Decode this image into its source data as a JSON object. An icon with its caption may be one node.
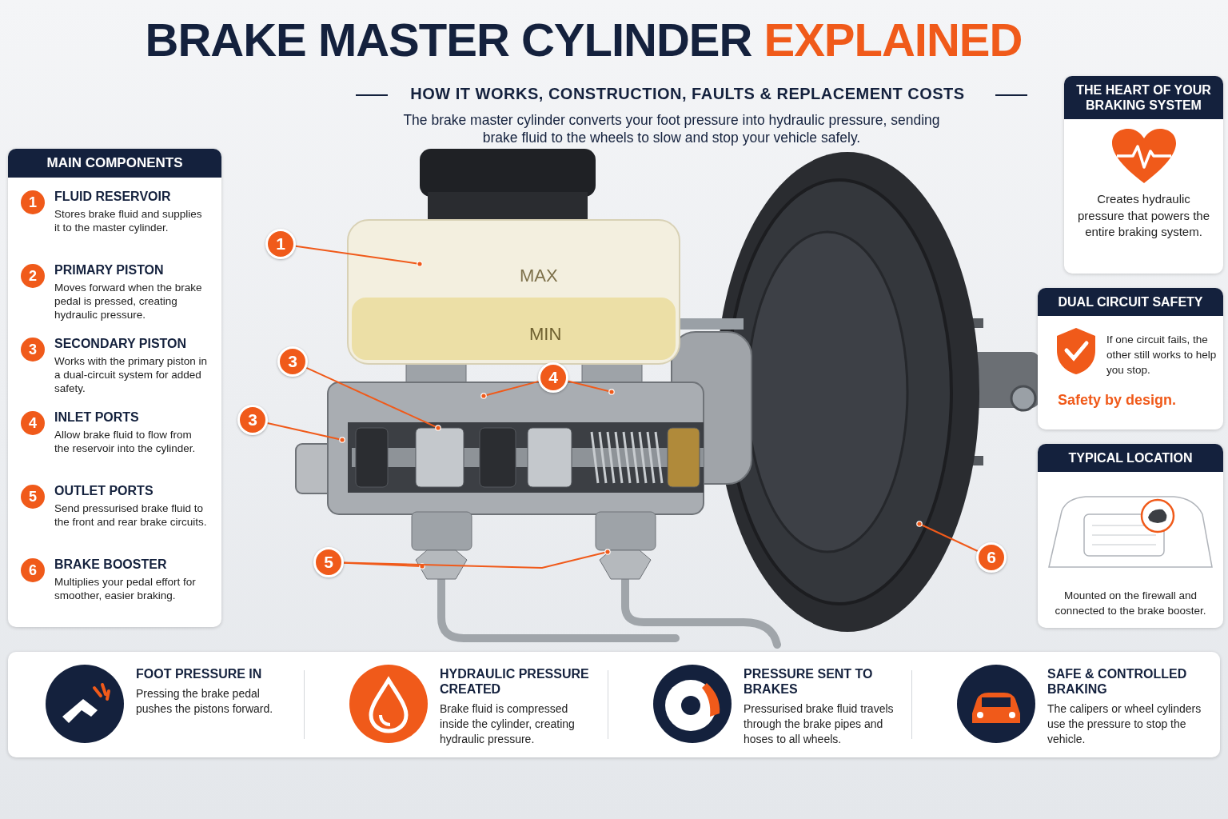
{
  "diagram": {
    "title": "BRAKE MASTER CYLINDER EXPLAINED",
    "nodes": [
      {
        "text": [
          "MAIN COMPONENTS"
        ]
      },
      {
        "text": [
          "1",
          "FLUID RESERVOIR",
          "Stores brake fluid and supplies it to the master cylinder."
        ],
        "in": 0
      },
      {
        "text": [
          "2",
          "PRIMARY PISTON",
          "Moves forward when the brake pedal is pressed, creating hydraulic pressure."
        ],
        "in": 0
      },
      {
        "text": [
          "3",
          "SECONDARY PISTON",
          "Works with the primary piston in a dual-circuit system for added safety."
        ],
        "in": 0
      },
      {
        "text": [
          "4",
          "INLET PORTS",
          "Allow brake fluid to flow from the reservoir into the cylinder."
        ],
        "in": 0
      },
      {
        "text": [
          "5",
          "OUTLET PORTS",
          "Send pressurised brake fluid to the front and rear brake circuits."
        ],
        "in": 0
      },
      {
        "text": [
          "6",
          "BRAKE BOOSTER",
          "Multiplies your pedal effort for smoother, easier braking."
        ],
        "in": 0
      },
      {
        "text": [
          "1"
        ]
      },
      {
        "text": [
          "3"
        ]
      },
      {
        "text": [
          "4"
        ]
      },
      {
        "text": [
          "3"
        ]
      },
      {
        "text": [
          "6"
        ]
      },
      {
        "text": [
          "5"
        ]
      },
      {
        "text": [
          "THE HEART OF YOUR BRAKING SYSTEM",
          "Creates hydraulic pressure that powers the entire braking system."
        ]
      },
      {
        "text": [
          "DUAL CIRCUIT SAFETY",
          "If one circuit fails, the other still works to help you stop.",
          "Safety by design."
        ]
      },
      {
        "text": [
          "TYPICAL LOCATION",
          "Mounted on the firewall and connected to the brake booster."
        ]
      },
      {
        "text": [
          "FOOT PRESSURE IN",
          "Pressing the brake pedal pushes the pistons forward."
        ]
      },
      {
        "text": [
          "HYDRAULIC PRESSURE CREATED",
          "Brake fluid is compressed inside the cylinder, creating hydraulic pressure."
        ]
      },
      {
        "text": [
          "PRESSURE SENT TO BRAKES",
          "Pressurised brake fluid travels through the brake pipes and hoses to all wheels."
        ]
      },
      {
        "text": [
          "SAFE & CONTROLLED BRAKING",
          "The calipers or wheel cylinders use the pressure to stop the vehicle."
        ]
      }
    ],
    "edges": [
      {
        "from": 7,
        "to": null,
        "arrow": "other"
      },
      {
        "from": 8,
        "to": null,
        "arrow": "other"
      },
      {
        "from": 9,
        "to": null,
        "arrow": "other"
      },
      {
        "from": 9,
        "to": null,
        "arrow": "other"
      },
      {
        "from": 10,
        "to": null,
        "arrow": "other"
      },
      {
        "from": 11,
        "to": null,
        "arrow": "other"
      },
      {
        "from": 12,
        "to": null,
        "arrow": "other"
      },
      {
        "from": 12,
        "to": null,
        "arrow": "other"
      }
    ],
    "labels": [
      "HOW IT WORKS, CONSTRUCTION, FAULTS & REPLACEMENT COSTS",
      "The brake master cylinder converts your foot pressure into hydraulic pressure, sending brake fluid to the wheels to slow and stop your vehicle safely.",
      "MAX",
      "MIN"
    ]
  }
}
